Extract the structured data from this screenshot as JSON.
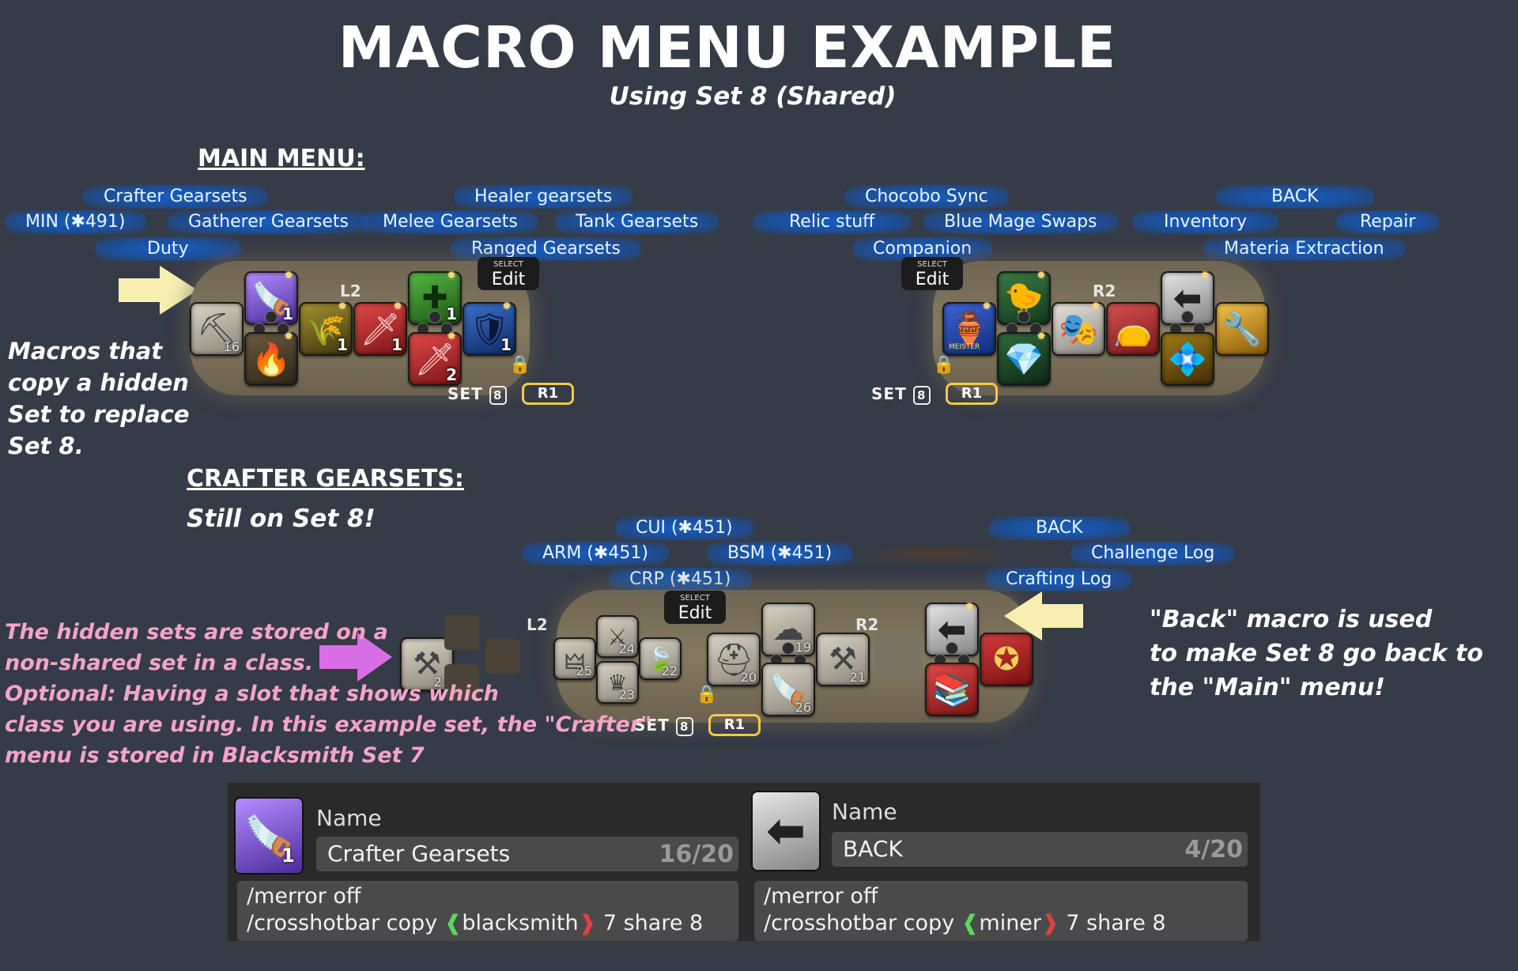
{
  "title": "MACRO MENU EXAMPLE",
  "subtitle": "Using Set 8 (Shared)",
  "main_menu": {
    "heading": "MAIN MENU:",
    "left_labels": [
      "Crafter Gearsets",
      "MIN (✱491)",
      "Gatherer Gearsets",
      "Duty",
      "Healer gearsets",
      "Melee Gearsets",
      "Tank Gearsets",
      "Ranged Gearsets"
    ],
    "right_labels": [
      "Chocobo Sync",
      "Relic stuff",
      "Blue Mage Swaps",
      "Companion",
      "BACK",
      "Inventory",
      "Repair",
      "Materia Extraction"
    ],
    "left_slots": [
      "16",
      "1",
      "1",
      "1",
      "1",
      "2",
      "1"
    ],
    "select": "SELECT",
    "edit": "Edit",
    "l2": "L2",
    "r2": "R2",
    "set": "SET",
    "set_num": "8",
    "r1": "R1",
    "meister": "MEISTER"
  },
  "note_macros": [
    "Macros that",
    "copy a hidden",
    "Set to replace",
    "Set 8."
  ],
  "crafter": {
    "heading": "CRAFTER GEARSETS:",
    "still": "Still on Set 8!",
    "labels": [
      "CUI (✱451)",
      "ARM (✱451)",
      "BSM (✱451)",
      "CRP (✱451)",
      "BACK",
      "Challenge Log",
      "Crafting Log"
    ],
    "slot_nums": [
      "21",
      "24",
      "25",
      "23",
      "22",
      "20",
      "19",
      "26",
      "21"
    ],
    "select": "SELECT",
    "edit": "Edit",
    "l2": "L2",
    "r2": "R2",
    "set": "SET",
    "set_num": "8",
    "r1": "R1"
  },
  "note_hidden": [
    "The hidden sets are stored on a",
    "non-shared set in a class.",
    "Optional: Having a slot that shows which",
    "class you are using. In this example set, the \"Crafter\"",
    "menu is stored in Blacksmith Set 7"
  ],
  "note_back": [
    "\"Back\" macro is used",
    "to make Set 8 go back to",
    "the \"Main\" menu!"
  ],
  "macro_left": {
    "name_label": "Name",
    "name": "Crafter Gearsets",
    "count": "16/20",
    "icon_num": "1",
    "line1": "/merror off",
    "line2_pre": "/crosshotbar copy",
    "line2_job": "blacksmith",
    "line2_post": "7 share 8"
  },
  "macro_right": {
    "name_label": "Name",
    "name": "BACK",
    "count": "4/20",
    "line1": "/merror off",
    "line2_pre": "/crosshotbar copy",
    "line2_job": "miner",
    "line2_post": "7 share 8"
  },
  "colors": {
    "background": "#353b47",
    "label_glow": "#1e5fc8",
    "arrow_yellow": "#f6efb0",
    "arrow_pink": "#d86ee6",
    "pink_text": "#f4a4c8"
  },
  "icons": [
    "pickaxe-icon",
    "saw-icon",
    "lantern-icon",
    "wheat-icon",
    "sword-icon",
    "cross-icon",
    "shield-icon",
    "jar-icon",
    "chocobo-icon",
    "emerald-icon",
    "mask-icon",
    "bag-icon",
    "back-arrow-icon",
    "crystal-icon",
    "goldring-icon",
    "anvil-icon",
    "gear-icon",
    "lock-icon"
  ]
}
